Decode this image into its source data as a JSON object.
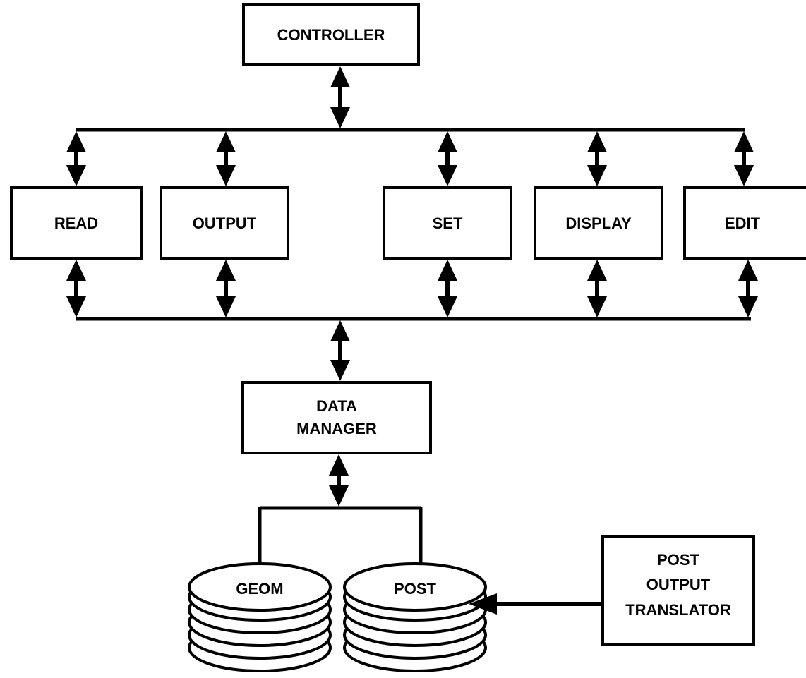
{
  "diagram": {
    "controller": "CONTROLLER",
    "modules": {
      "read": "READ",
      "output": "OUTPUT",
      "set": "SET",
      "display": "DISPLAY",
      "edit": "EDIT"
    },
    "data_manager": [
      "DATA",
      "MANAGER"
    ],
    "databases": {
      "geom": "GEOM",
      "post": "POST"
    },
    "translator": [
      "POST",
      "OUTPUT",
      "TRANSLATOR"
    ]
  }
}
